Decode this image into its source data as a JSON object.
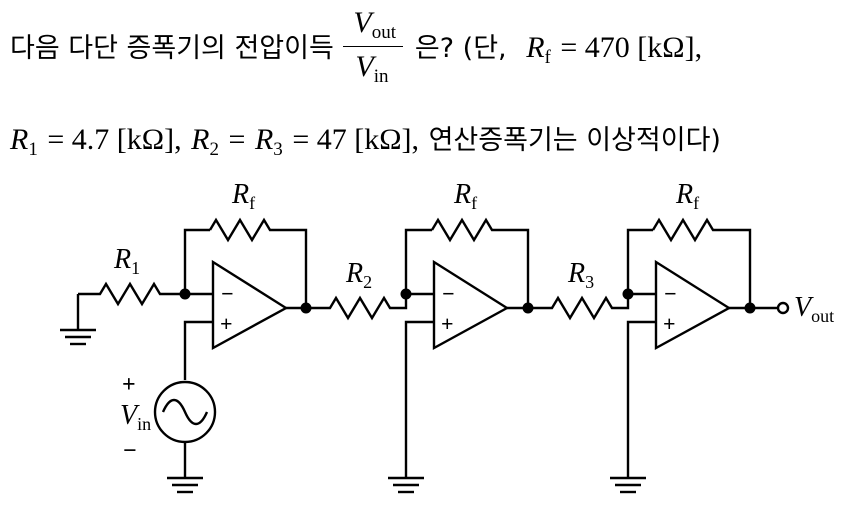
{
  "question": {
    "line1_prefix": "다음 다단 증폭기의 전압이득",
    "fraction": {
      "numerator": "V",
      "numerator_sub": "out",
      "denominator": "V",
      "denominator_sub": "in"
    },
    "line1_suffix": "은? (단,",
    "rf_label": "R",
    "rf_sub": "f",
    "rf_value": "= 470 [kΩ],",
    "r1_label": "R",
    "r1_sub": "1",
    "r1_value": "= 4.7 [kΩ],",
    "r2_label": "R",
    "r2_sub": "2",
    "eq": "=",
    "r3_label": "R",
    "r3_sub": "3",
    "r23_value": "= 47 [kΩ],",
    "line2_suffix": "연산증폭기는 이상적이다)"
  },
  "circuit": {
    "labels": {
      "R": "R",
      "rf_sub": "f",
      "r1_sub": "1",
      "r2_sub": "2",
      "r3_sub": "3",
      "vin_main": "V",
      "vin_sub": "in",
      "vout_main": "V",
      "vout_sub": "out",
      "plus": "+",
      "minus": "−"
    }
  }
}
